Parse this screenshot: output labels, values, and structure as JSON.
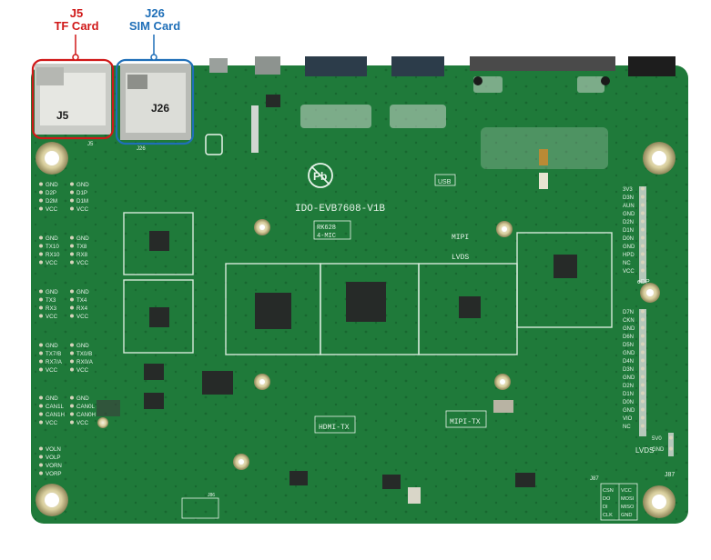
{
  "callouts": {
    "j5": {
      "ref": "J5",
      "name": "TF Card",
      "color": "#d01818"
    },
    "j26": {
      "ref": "J26",
      "name": "SIM Card",
      "color": "#1f6fb8"
    }
  },
  "board": {
    "model": "IDO-EVB7608-V1B",
    "color": "#1f7a3a",
    "slot_labels": {
      "tf": "J5",
      "sim": "J26"
    },
    "small_labels": {
      "j5": "J5",
      "j26": "J26",
      "usb": "USB",
      "rk628": "RK628",
      "mic": "4-MIC",
      "mipi": "MIPI",
      "lvds_top": "LVDS",
      "hdmi_tx": "HDMI-TX",
      "mipi_tx": "MIPI-TX",
      "edp": "eDP",
      "lvds_bottom": "LVDS",
      "j87": "J87",
      "j86": "J86"
    },
    "left_header_groups": [
      [
        "GND",
        "D2P",
        "D2M",
        "VCC",
        "GND",
        "D1P",
        "D1M",
        "VCC"
      ],
      [
        "GND",
        "TX10",
        "RX10",
        "VCC",
        "GND",
        "TX8",
        "RX8",
        "VCC"
      ],
      [
        "GND",
        "TX3",
        "RX3",
        "VCC",
        "GND",
        "TX4",
        "RX4",
        "VCC"
      ],
      [
        "GND",
        "TX7/B",
        "RX7/A",
        "VCC",
        "GND",
        "TX0/B",
        "RX0/A",
        "VCC"
      ],
      [
        "GND",
        "CAN1L",
        "CAN1H",
        "VCC",
        "GND",
        "CAN0L",
        "CAN0H",
        "VCC"
      ],
      [
        "VOLN",
        "VOLP",
        "VORN",
        "VORP"
      ]
    ],
    "edp_pins": [
      "3V3",
      "D3N",
      "AUN",
      "GND",
      "D2N",
      "D1N",
      "D0N",
      "GND",
      "HPD",
      "NC",
      "VCC"
    ],
    "lvds_pins": [
      "D7N",
      "CKN",
      "GND",
      "D6N",
      "D5N",
      "GND",
      "D4N",
      "D3N",
      "GND",
      "D2N",
      "D1N",
      "D0N",
      "GND",
      "VIO",
      "NC"
    ],
    "spi_pins": [
      "CSN",
      "DO",
      "DI",
      "CLK",
      "VCC",
      "MOSI",
      "MISO",
      "GND"
    ],
    "aux_pins": [
      "5V0",
      "GND"
    ]
  }
}
